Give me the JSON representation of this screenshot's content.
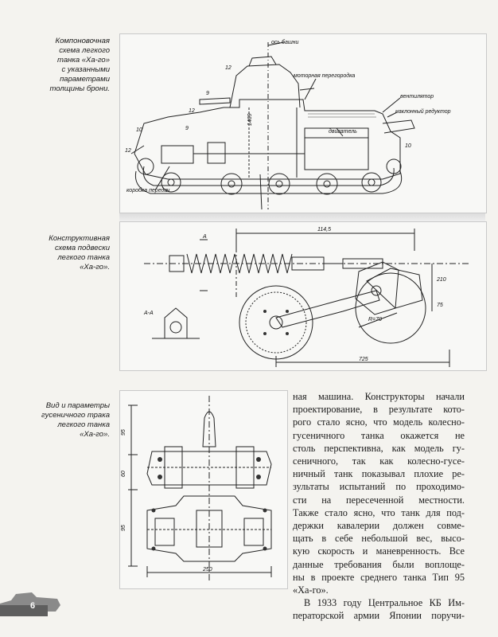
{
  "captions": {
    "layout": [
      "Компоновочная",
      "схема легкого",
      "танка «Ха-го»",
      "с указанными",
      "параметрами",
      "толщины брони."
    ],
    "suspension": [
      "Конструктивная",
      "схема подвески",
      "легкого танка",
      "«Ха-го»."
    ],
    "track": [
      "Вид и параметры",
      "гусеничного трака",
      "легкого танка",
      "«Ха-го»."
    ]
  },
  "tank_labels": {
    "turret_axis": "ось башни",
    "bulkhead": "моторная перегородка",
    "fan": "вентилятор",
    "reducer": "наклонный редуктор",
    "engine": "двигатель",
    "gearbox": "коробка передач",
    "dim_1469": "1469",
    "armor": [
      "12",
      "9",
      "12",
      "12",
      "10",
      "9",
      "10"
    ]
  },
  "suspension_labels": {
    "dim_top": "114,5",
    "dim_bottom": "725",
    "dim_right": "210",
    "dim_right2": "75",
    "dim_diag": "R=70",
    "section": "А-А",
    "mark_a": "А"
  },
  "track_labels": {
    "dim_95_top": "95",
    "dim_60": "60",
    "dim_95_bot": "95",
    "dim_250": "250"
  },
  "body_text": [
    "ная машина. Конструкторы начали",
    "проектирование, в результате кото-",
    "рого стало ясно, что модель колесно-",
    "гусеничного танка окажется не",
    "столь перспективна, как модель гу-",
    "сеничного, так как колесно-гусе-",
    "ничный танк показывал плохие ре-",
    "зультаты испытаний по проходимо-",
    "сти на пересеченной местности.",
    "Также стало ясно, что танк для под-",
    "держки кавалерии должен совме-",
    "щать в себе небольшой вес, высо-",
    "кую скорость и маневренность. Все",
    "данные требования были воплоще-",
    "ны в проекте среднего танка Тип 95",
    "«Ха-го».",
    "В 1933 году Центральное КБ Им-",
    "ператорской армии Японии поручи-"
  ],
  "page_number": "6"
}
